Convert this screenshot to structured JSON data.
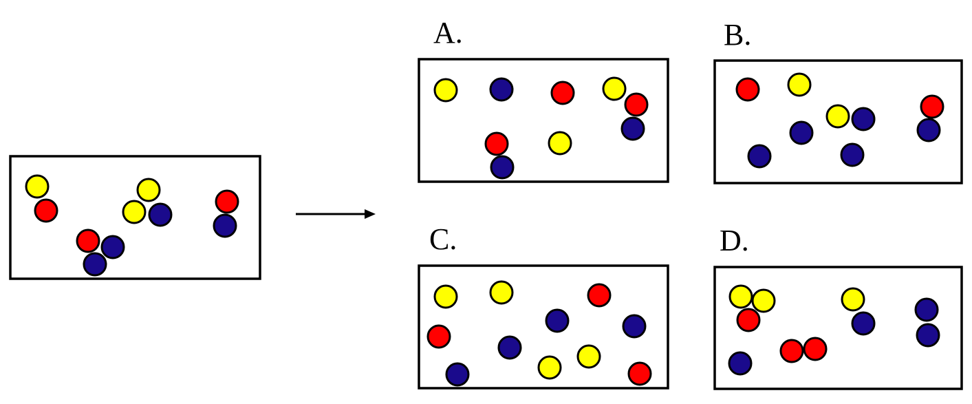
{
  "colors": {
    "yellow": "#ffff00",
    "red": "#ff0000",
    "blue": "#1a0a8c",
    "outline": "#000000"
  },
  "reactant": {
    "name": "reactant",
    "molecules": [
      {
        "atoms": [
          "yellow",
          "red"
        ]
      },
      {
        "atoms": [
          "red",
          "blue",
          "blue"
        ]
      },
      {
        "atoms": [
          "yellow",
          "yellow",
          "blue"
        ]
      },
      {
        "atoms": [
          "red",
          "blue"
        ]
      }
    ]
  },
  "arrow": {
    "direction": "right"
  },
  "options": [
    {
      "key": "A",
      "label": "A.",
      "molecules": [
        {
          "atoms": [
            "yellow"
          ]
        },
        {
          "atoms": [
            "blue"
          ]
        },
        {
          "atoms": [
            "red"
          ]
        },
        {
          "atoms": [
            "yellow",
            "red",
            "blue"
          ]
        },
        {
          "atoms": [
            "red",
            "blue"
          ]
        },
        {
          "atoms": [
            "yellow"
          ]
        }
      ]
    },
    {
      "key": "B",
      "label": "B.",
      "molecules": [
        {
          "atoms": [
            "red"
          ]
        },
        {
          "atoms": [
            "yellow"
          ]
        },
        {
          "atoms": [
            "yellow",
            "blue"
          ]
        },
        {
          "atoms": [
            "red",
            "blue"
          ]
        },
        {
          "atoms": [
            "blue"
          ]
        },
        {
          "atoms": [
            "blue"
          ]
        },
        {
          "atoms": [
            "blue"
          ]
        }
      ]
    },
    {
      "key": "C",
      "label": "C.",
      "molecules": [
        {
          "atoms": [
            "yellow"
          ]
        },
        {
          "atoms": [
            "yellow"
          ]
        },
        {
          "atoms": [
            "red"
          ]
        },
        {
          "atoms": [
            "blue"
          ]
        },
        {
          "atoms": [
            "blue"
          ]
        },
        {
          "atoms": [
            "red"
          ]
        },
        {
          "atoms": [
            "blue"
          ]
        },
        {
          "atoms": [
            "yellow"
          ]
        },
        {
          "atoms": [
            "yellow"
          ]
        },
        {
          "atoms": [
            "blue"
          ]
        },
        {
          "atoms": [
            "red"
          ]
        }
      ]
    },
    {
      "key": "D",
      "label": "D.",
      "molecules": [
        {
          "atoms": [
            "yellow",
            "yellow",
            "red"
          ]
        },
        {
          "atoms": [
            "yellow",
            "blue"
          ]
        },
        {
          "atoms": [
            "blue",
            "blue"
          ]
        },
        {
          "atoms": [
            "red",
            "red"
          ]
        },
        {
          "atoms": [
            "blue"
          ]
        }
      ]
    }
  ]
}
